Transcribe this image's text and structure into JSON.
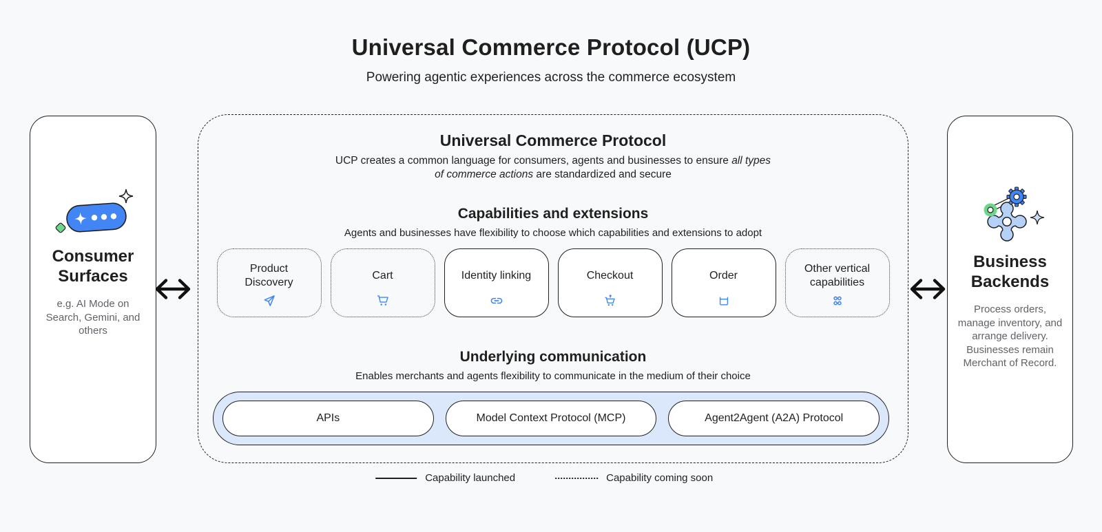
{
  "header": {
    "title": "Universal Commerce Protocol (UCP)",
    "subtitle": "Powering agentic experiences across the commerce ecosystem"
  },
  "consumer_surfaces": {
    "title": "Consumer Surfaces",
    "description": "e.g. AI Mode on Search, Gemini, and others",
    "icon": "consumer-surfaces-icon"
  },
  "business_backends": {
    "title": "Business Backends",
    "description": "Process orders, manage inventory, and arrange delivery. Businesses remain Merchant of Record.",
    "icon": "business-backends-icon"
  },
  "ucp": {
    "title": "Universal Commerce Protocol",
    "description": {
      "prefix": "UCP creates a common language for consumers, agents and businesses to ensure ",
      "italic": "all types of commerce actions",
      "suffix": " are standardized and secure"
    },
    "capabilities": {
      "title": "Capabilities and extensions",
      "subtitle": "Agents and businesses have flexibility to choose which capabilities and extensions to adopt",
      "items": [
        {
          "label": "Product Discovery",
          "icon": "send-icon",
          "status": "coming-soon"
        },
        {
          "label": "Cart",
          "icon": "cart-icon",
          "status": "coming-soon"
        },
        {
          "label": "Identity linking",
          "icon": "link-icon",
          "status": "launched"
        },
        {
          "label": "Checkout",
          "icon": "cart-up-icon",
          "status": "launched"
        },
        {
          "label": "Order",
          "icon": "order-box-icon",
          "status": "launched"
        },
        {
          "label": "Other vertical capabilities",
          "icon": "grid-dots-icon",
          "status": "coming-soon"
        }
      ]
    },
    "communication": {
      "title": "Underlying communication",
      "subtitle": "Enables merchants and agents flexibility to communicate in the medium of their choice",
      "items": [
        {
          "label": "APIs"
        },
        {
          "label": "Model Context Protocol (MCP)"
        },
        {
          "label": "Agent2Agent (A2A) Protocol"
        }
      ]
    }
  },
  "legend": {
    "launched": "Capability launched",
    "coming_soon": "Capability coming soon"
  },
  "colors": {
    "background": "#f8f9fa",
    "border": "#1f1f1f",
    "accent_blue": "#4285f4",
    "bar_light_blue": "#dbe7fb",
    "green": "#6dd58c",
    "gray_text": "#5f6368"
  }
}
